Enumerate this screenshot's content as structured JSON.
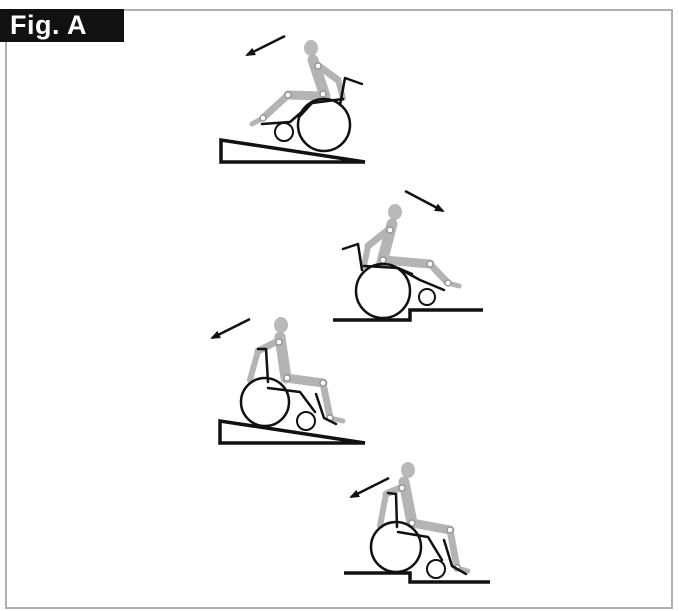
{
  "figure": {
    "label": "Fig. A",
    "colors": {
      "label_background": "#111111",
      "label_text": "#ffffff",
      "frame_border": "#b0b0b0",
      "line": "#111111",
      "figure_gray": "#b4b4b4"
    },
    "panels": [
      {
        "id": "ramp-up-backward",
        "arrow_icon": "arrow-up-left-icon"
      },
      {
        "id": "step-down-forward",
        "arrow_icon": "arrow-down-right-icon"
      },
      {
        "id": "ramp-up-assisted",
        "arrow_icon": "arrow-up-left-icon"
      },
      {
        "id": "step-up-backward",
        "arrow_icon": "arrow-up-left-icon"
      }
    ]
  }
}
